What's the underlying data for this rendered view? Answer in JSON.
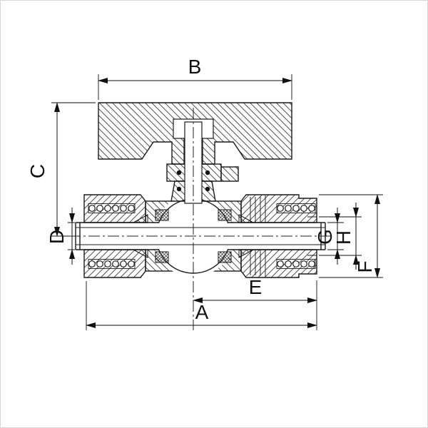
{
  "figure": {
    "line_color": "#1a1a1a",
    "background": "#ffffff"
  },
  "dimensions": {
    "A": "A",
    "B": "B",
    "C": "C",
    "D": "D",
    "E": "E",
    "F": "F",
    "G": "G",
    "H": "H"
  }
}
